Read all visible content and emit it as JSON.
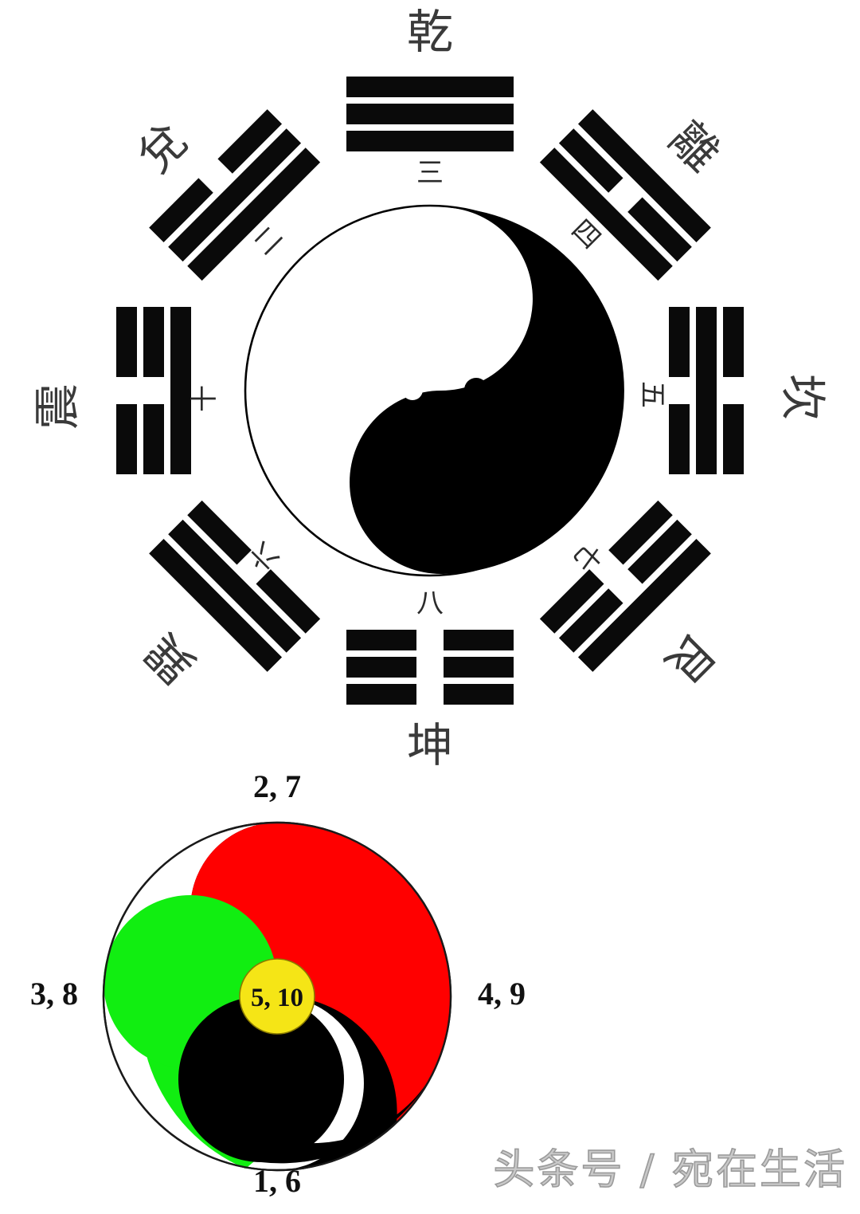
{
  "bagua": {
    "title_note": "Xiantian Bagua arrangement around a Taiji symbol",
    "trigrams": [
      {
        "position": "top",
        "name": "乾",
        "number": "三",
        "lines": [
          "solid",
          "solid",
          "solid"
        ],
        "angle": 0
      },
      {
        "position": "upper-left",
        "name": "兌",
        "number": "二",
        "lines": [
          "broken",
          "solid",
          "solid"
        ],
        "angle": -45
      },
      {
        "position": "upper-right",
        "name": "離",
        "number": "四",
        "lines": [
          "solid",
          "broken",
          "solid"
        ],
        "angle": 45
      },
      {
        "position": "left",
        "name": "震",
        "number": "十",
        "lines": [
          "broken",
          "broken",
          "solid"
        ],
        "angle": -90
      },
      {
        "position": "right",
        "name": "坎",
        "number": "五",
        "lines": [
          "broken",
          "solid",
          "broken"
        ],
        "angle": 90
      },
      {
        "position": "lower-left",
        "name": "巽",
        "number": "六",
        "lines": [
          "solid",
          "solid",
          "broken"
        ],
        "angle": -135
      },
      {
        "position": "lower-right",
        "name": "艮",
        "number": "七",
        "lines": [
          "solid",
          "broken",
          "broken"
        ],
        "angle": 135
      },
      {
        "position": "bottom",
        "name": "坤",
        "number": "八",
        "lines": [
          "broken",
          "broken",
          "broken"
        ],
        "angle": 180
      }
    ],
    "taiji": {
      "yang_color": "#ffffff",
      "yin_color": "#000000",
      "outline_color": "#000000"
    }
  },
  "spiral": {
    "labels": {
      "top": "2, 7",
      "right": "4, 9",
      "bottom": "1, 6",
      "left": "3, 8",
      "center": "5, 10"
    },
    "colors": {
      "top_quadrant": "#ff0000",
      "left_quadrant": "#11ee11",
      "bottom_quadrant": "#000000",
      "right_quadrant": "#ffffff",
      "center_circle": "#f5e516",
      "outline": "#1a1a1a"
    }
  },
  "watermark": {
    "text": "头条号 / 宛在生活"
  },
  "chart_data": {
    "type": "pie",
    "title": "Hetu five-element numbers on a four-colour taiji spiral",
    "categories": [
      "2, 7",
      "4, 9",
      "1, 6",
      "3, 8",
      "5, 10"
    ],
    "values": [
      25,
      25,
      25,
      25,
      0
    ],
    "colors": [
      "#ff0000",
      "#ffffff",
      "#000000",
      "#11ee11",
      "#f5e516"
    ],
    "legend": "none",
    "annotations": [
      {
        "label": "2, 7",
        "position": "top"
      },
      {
        "label": "4, 9",
        "position": "right"
      },
      {
        "label": "1, 6",
        "position": "bottom"
      },
      {
        "label": "3, 8",
        "position": "left"
      },
      {
        "label": "5, 10",
        "position": "center"
      }
    ]
  }
}
